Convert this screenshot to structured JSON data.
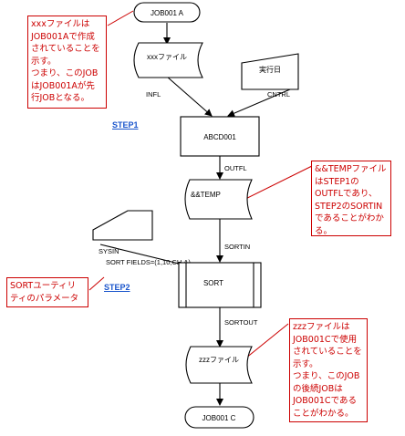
{
  "nodes": {
    "job001a": "JOB001 A",
    "xxx_file": "xxxファイル",
    "jikkobi": "実行日",
    "abcd001": "ABCD001",
    "temp_file": "&&TEMP",
    "sort": "SORT",
    "zzz_file": "zzzファイル",
    "job001c": "JOB001 C"
  },
  "labels": {
    "infl": "INFL",
    "cntrl": "CNTRL",
    "outfl": "OUTFL",
    "sortin": "SORTIN",
    "sysin": "SYSIN",
    "sort_fields": "SORT FIELDS=(1,10,CH,A)",
    "sortout": "SORTOUT"
  },
  "steps": {
    "step1": "STEP1",
    "step2": "STEP2"
  },
  "notes": {
    "note1": "xxxファイルは\nJOB001Aで作成\nされていることを\n示す。\nつまり、このJOB\nはJOB001Aが先\n行JOBとなる。",
    "note2": "&&TEMPファイル\nはSTEP1の\nOUTFLであり、\nSTEP2のSORTIN\nであることがわか\nる。",
    "note3": "SORTユーティリ\nティのパラメータ",
    "note4": "zzzファイルは\nJOB001Cで使用\nされていることを\n示す。\nつまり、このJOB\nの後続JOBは\nJOB001Cである\nことがわかる。"
  },
  "colors": {
    "note_border": "#cc0000",
    "note_text": "#cc0000",
    "step_link": "#1a55cc",
    "stroke": "#000000"
  }
}
